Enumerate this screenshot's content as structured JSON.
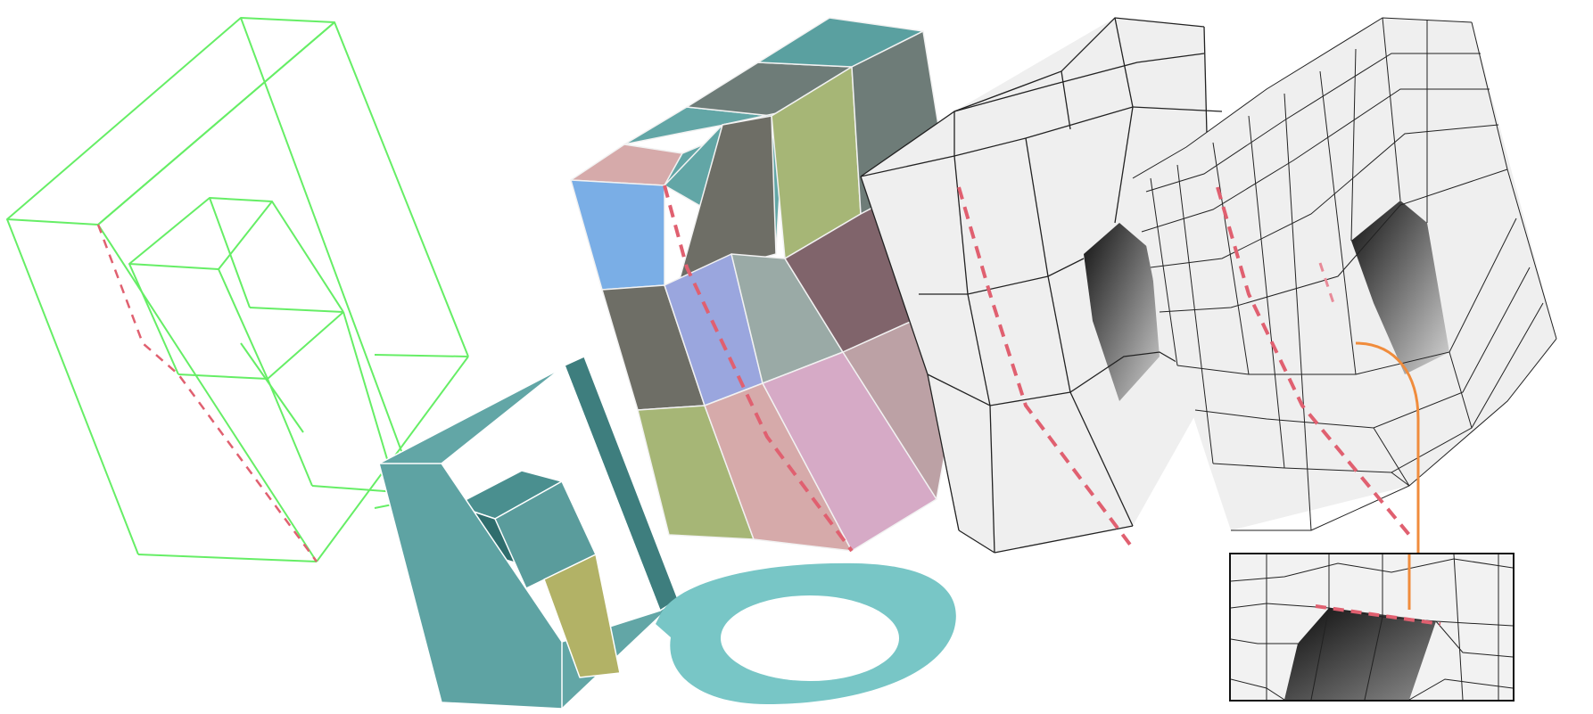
{
  "figure": {
    "panels": [
      {
        "key": "input-wireframe",
        "stroke": "#66ee66",
        "cut": "#e06070"
      },
      {
        "key": "patch-segmentation",
        "palette": [
          "#7aaee6",
          "#62a6a6",
          "#6e6e66",
          "#a6b676",
          "#d6aaaa",
          "#9aa6de",
          "#9aaaa6",
          "#d6aac6"
        ]
      },
      {
        "key": "coarse-quad-mesh",
        "fill": "#efefef",
        "edge": "#222222",
        "cut": "#e06070"
      },
      {
        "key": "refined-quad-mesh",
        "fill": "#efefef",
        "edge": "#222222",
        "cut": "#e06070"
      },
      {
        "key": "zoom-inset",
        "callout": "#f08c3c"
      },
      {
        "key": "swept-frame-model",
        "fill": "#62a6a6",
        "accent": "#b2b266"
      },
      {
        "key": "disk-parameterization",
        "fill": "#78c6c6"
      }
    ]
  }
}
